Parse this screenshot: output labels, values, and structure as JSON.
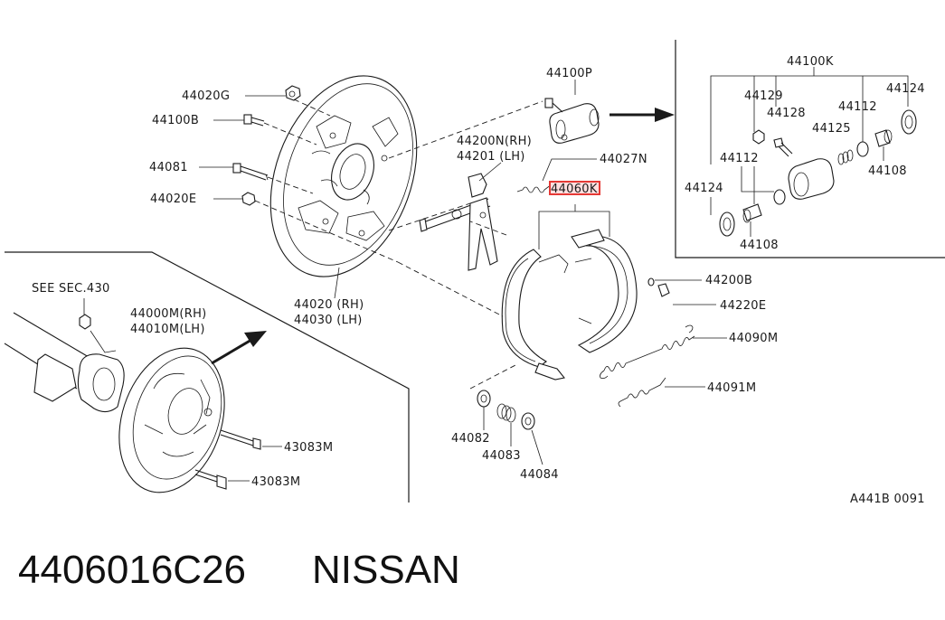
{
  "colors": {
    "line": "#1a1a1a",
    "highlight": "#e53935",
    "highlight_fill": "#ffdede",
    "background": "#ffffff"
  },
  "labels": {
    "p44100P": "44100P",
    "p44020G": "44020G",
    "p44100B": "44100B",
    "p44081": "44081",
    "p44020E": "44020E",
    "p44200N": "44200N(RH)",
    "p44201": "44201  (LH)",
    "p44027N": "44027N",
    "p44060K": "44060K",
    "p44200B": "44200B",
    "p44220E": "44220E",
    "p44090M": "44090M",
    "p44091M": "44091M",
    "p44020RH": "44020 (RH)",
    "p44030LH": "44030 (LH)",
    "see_sec": "SEE SEC.430",
    "p44000M": "44000M(RH)",
    "p44010M": "44010M(LH)",
    "p43083M_a": "43083M",
    "p43083M_b": "43083M",
    "p44082": "44082",
    "p44083": "44083",
    "p44084": "44084",
    "p44100K": "44100K",
    "p44129": "44129",
    "p44128": "44128",
    "p44112_a": "44112",
    "p44124_a": "44124",
    "p44125": "44125",
    "p44112_b": "44112",
    "p44108_a": "44108",
    "p44124_b": "44124",
    "p44108_b": "44108",
    "ref": "A441B 0091"
  },
  "caption": {
    "part_number": "4406016C26",
    "brand": "NISSAN"
  }
}
